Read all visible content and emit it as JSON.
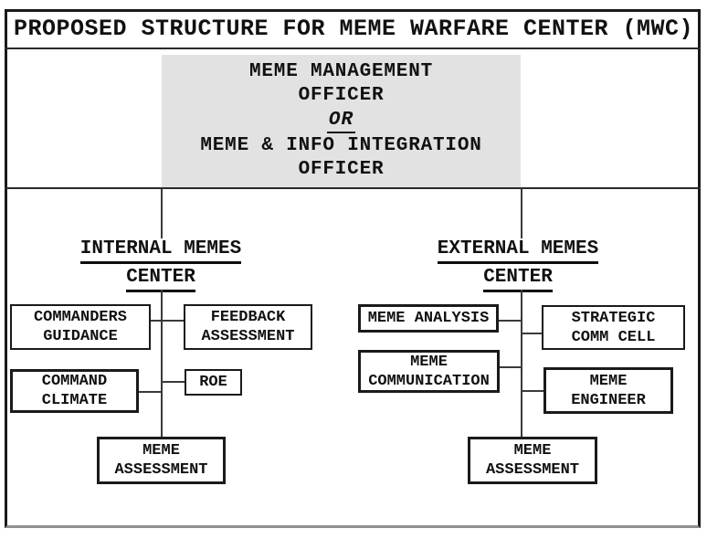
{
  "title": "PROPOSED STRUCTURE FOR MEME WARFARE CENTER (MWC)",
  "officer": {
    "line1": "MEME MANAGEMENT",
    "line2": "OFFICER",
    "or_label": "OR",
    "line3": "MEME & INFO INTEGRATION",
    "line4": "OFFICER"
  },
  "internal": {
    "heading1": "INTERNAL MEMES",
    "heading2": "CENTER",
    "commanders_guidance": {
      "l1": "COMMANDERS",
      "l2": "GUIDANCE"
    },
    "feedback_assessment": {
      "l1": "FEEDBACK",
      "l2": "ASSESSMENT"
    },
    "command_climate": {
      "l1": "COMMAND",
      "l2": "CLIMATE"
    },
    "roe": {
      "l1": "ROE"
    },
    "meme_assessment": {
      "l1": "MEME",
      "l2": "ASSESSMENT"
    }
  },
  "external": {
    "heading1": "EXTERNAL MEMES",
    "heading2": "CENTER",
    "meme_analysis": {
      "l1": "MEME ANALYSIS"
    },
    "strategic_comm_cell": {
      "l1": "STRATEGIC",
      "l2": "COMM CELL"
    },
    "meme_communication": {
      "l1": "MEME",
      "l2": "COMMUNICATION"
    },
    "meme_engineer": {
      "l1": "MEME",
      "l2": "ENGINEER"
    },
    "meme_assessment": {
      "l1": "MEME",
      "l2": "ASSESSMENT"
    }
  },
  "colors": {
    "officer_box_bg": "#e2e2e2",
    "line_color": "#2a2a2a",
    "border_color": "#1a1a1a",
    "frame_bottom": "#8f8f8f"
  }
}
